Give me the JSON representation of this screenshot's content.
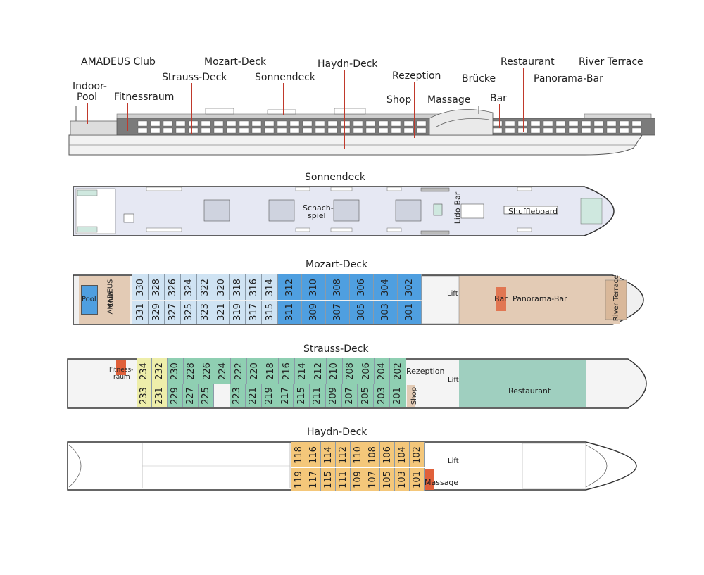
{
  "side_labels": {
    "amadeus_club": "AMADEUS Club",
    "mozart_deck": "Mozart-Deck",
    "haydn_deck": "Haydn-Deck",
    "restaurant": "Restaurant",
    "river_terrace": "River Terrace",
    "indoor_pool_1": "Indoor-",
    "indoor_pool_2": "Pool",
    "strauss_deck": "Strauss-Deck",
    "sonnendeck": "Sonnendeck",
    "rezeption": "Rezeption",
    "bruecke": "Brücke",
    "panorama_bar": "Panorama-Bar",
    "fitnessraum": "Fitnessraum",
    "shop": "Shop",
    "massage": "Massage",
    "bar": "Bar"
  },
  "sonnendeck": {
    "title": "Sonnendeck",
    "schach_1": "Schach-",
    "schach_2": "spiel",
    "lido_bar": "Lido-Bar",
    "shuffleboard": "Shuffleboard"
  },
  "mozart": {
    "title": "Mozart-Deck",
    "pool": "Pool",
    "club_1": "AMADEUS",
    "club_2": "Club",
    "lift": "Lift",
    "bar": "Bar",
    "panorama": "Panorama-Bar",
    "terrace": "River Terrace",
    "top_light": [
      "330",
      "328",
      "326",
      "324",
      "322",
      "320",
      "318",
      "316",
      "314"
    ],
    "top_dark": [
      "312",
      "310",
      "308",
      "306",
      "304",
      "302"
    ],
    "bottom_light": [
      "331",
      "329",
      "327",
      "325",
      "323",
      "321",
      "319",
      "317",
      "315"
    ],
    "bottom_dark": [
      "311",
      "309",
      "307",
      "305",
      "303",
      "301"
    ]
  },
  "strauss": {
    "title": "Strauss-Deck",
    "fitness_1": "Fitness-",
    "fitness_2": "raum",
    "rezeption": "Rezeption",
    "lift": "Lift",
    "shop": "Shop",
    "restaurant": "Restaurant",
    "top_yellow": [
      "234",
      "232"
    ],
    "top_green": [
      "230",
      "228",
      "226",
      "224",
      "222",
      "220",
      "218",
      "216",
      "214",
      "212",
      "210",
      "208",
      "206",
      "204",
      "202"
    ],
    "bottom_yellow": [
      "233",
      "231"
    ],
    "bottom_green_a": [
      "229",
      "227",
      "225"
    ],
    "bottom_green_b": [
      "223",
      "221",
      "219",
      "217",
      "215",
      "211",
      "209",
      "207",
      "205",
      "203",
      "201"
    ]
  },
  "haydn": {
    "title": "Haydn-Deck",
    "lift": "Lift",
    "massage": "Massage",
    "top": [
      "118",
      "116",
      "114",
      "112",
      "110",
      "108",
      "106",
      "104",
      "102"
    ],
    "bottom": [
      "119",
      "117",
      "115",
      "111",
      "109",
      "107",
      "105",
      "103",
      "101"
    ]
  },
  "colors": {
    "light_blue": "#cfe3f3",
    "dark_blue": "#4f9fe0",
    "yellow": "#eeeeaa",
    "green": "#8fcfb2",
    "orange": "#f4c77a",
    "red": "#e0603a",
    "tan": "#e3cbb5",
    "deck": "#e6e8f3"
  }
}
